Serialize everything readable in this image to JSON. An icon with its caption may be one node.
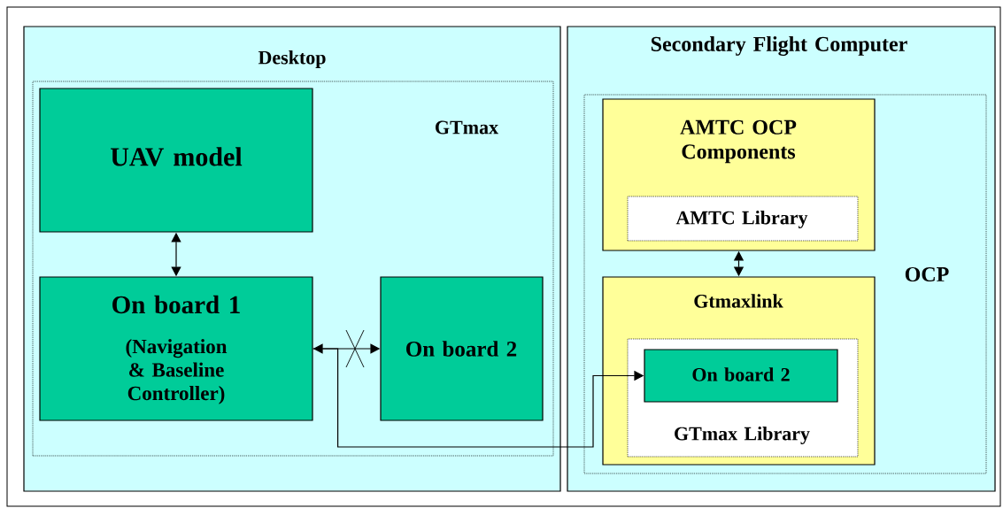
{
  "diagram": {
    "nodes": [
      {
        "text": [
          "Desktop"
        ]
      },
      {
        "text": [
          "GTmax"
        ],
        "in": 0
      },
      {
        "text": [
          "UAV model"
        ],
        "in": 1
      },
      {
        "text": [
          "On board 1",
          "(Navigation & Baseline Controller)"
        ],
        "in": 1
      },
      {
        "text": [
          "On board 2"
        ],
        "in": 1
      },
      {
        "text": [
          "Secondary Flight Computer"
        ]
      },
      {
        "text": [
          "OCP"
        ],
        "in": 5
      },
      {
        "text": [
          "AMTC OCP Components"
        ],
        "in": 6
      },
      {
        "text": [
          "AMTC Library"
        ],
        "in": 7
      },
      {
        "text": [
          "Gtmaxlink"
        ],
        "in": 6
      },
      {
        "text": [
          "GTmax Library"
        ],
        "in": 9
      },
      {
        "text": [
          "On board 2"
        ],
        "in": 10
      }
    ],
    "edges": [
      {
        "from": 2,
        "to": 3,
        "arrow": "both"
      },
      {
        "from": 3,
        "to": 4,
        "arrow": "both"
      },
      {
        "from": 3,
        "to": 11,
        "arrow": "to"
      },
      {
        "from": 7,
        "to": 9,
        "arrow": "both"
      }
    ]
  }
}
